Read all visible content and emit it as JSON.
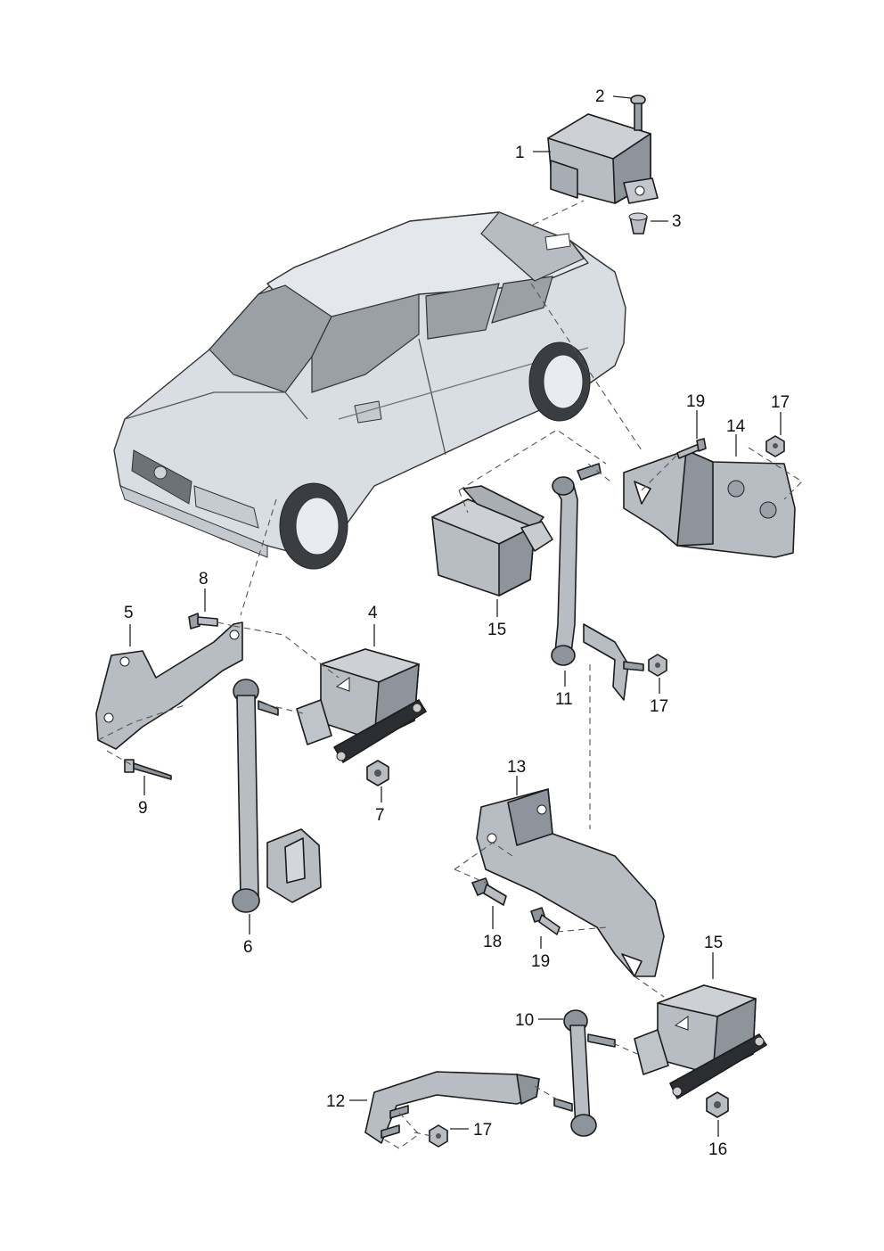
{
  "callouts": {
    "c1": "1",
    "c2": "2",
    "c3": "3",
    "c4": "4",
    "c5": "5",
    "c6": "6",
    "c7": "7",
    "c8": "8",
    "c9": "9",
    "c10": "10",
    "c11": "11",
    "c12": "12",
    "c13": "13",
    "c14": "14",
    "c15a": "15",
    "c15b": "15",
    "c16": "16",
    "c17a": "17",
    "c17b": "17",
    "c17c": "17",
    "c18": "18",
    "c19a": "19",
    "c19b": "19"
  },
  "icons": {
    "car": "sedan-car-icon",
    "module": "control-module-icon",
    "sensor": "level-sensor-icon",
    "link": "coupling-rod-icon",
    "bracket": "bracket-icon",
    "bolt": "bolt-icon",
    "nut": "nut-icon",
    "rivet": "rivet-icon"
  },
  "colors": {
    "part_fill": "#b8bdc4",
    "part_shadow": "#8e949b",
    "car_body": "#d9dde4",
    "glass": "#9aa0a6",
    "outline": "#1c1c1c",
    "background": "#ffffff"
  }
}
